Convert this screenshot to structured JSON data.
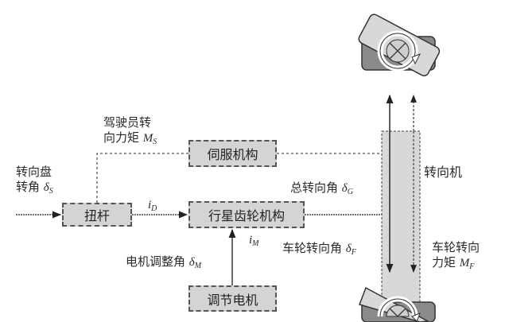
{
  "blocks": {
    "torsion_bar": "扭杆",
    "servo": "伺服机构",
    "planetary_gear": "行星齿轮机构",
    "adjust_motor": "调节电机",
    "steering_gear": "转向机"
  },
  "labels": {
    "steering_wheel_angle": {
      "text": "转向盘\n转角",
      "line1": "转向盘",
      "line2": "转角",
      "symbol": "δ",
      "sub": "S"
    },
    "driver_torque": {
      "line1": "驾驶员转",
      "line2": "向力矩",
      "symbol": "M",
      "sub": "S"
    },
    "i_D": {
      "symbol": "i",
      "sub": "D"
    },
    "i_M": {
      "symbol": "i",
      "sub": "M"
    },
    "total_angle": {
      "text": "总转向角",
      "symbol": "δ",
      "sub": "G"
    },
    "motor_angle": {
      "text": "电机调整角",
      "symbol": "δ",
      "sub": "M"
    },
    "wheel_angle": {
      "text": "车轮转向角",
      "symbol": "δ",
      "sub": "F"
    },
    "wheel_torque": {
      "line1": "车轮转向",
      "line2": "力矩",
      "symbol": "M",
      "sub": "F"
    }
  },
  "colors": {
    "block_fill": "#d4d4d4",
    "line": "#444444",
    "wheel_light": "#d8d8d8",
    "wheel_dark": "#8a8a8a"
  }
}
